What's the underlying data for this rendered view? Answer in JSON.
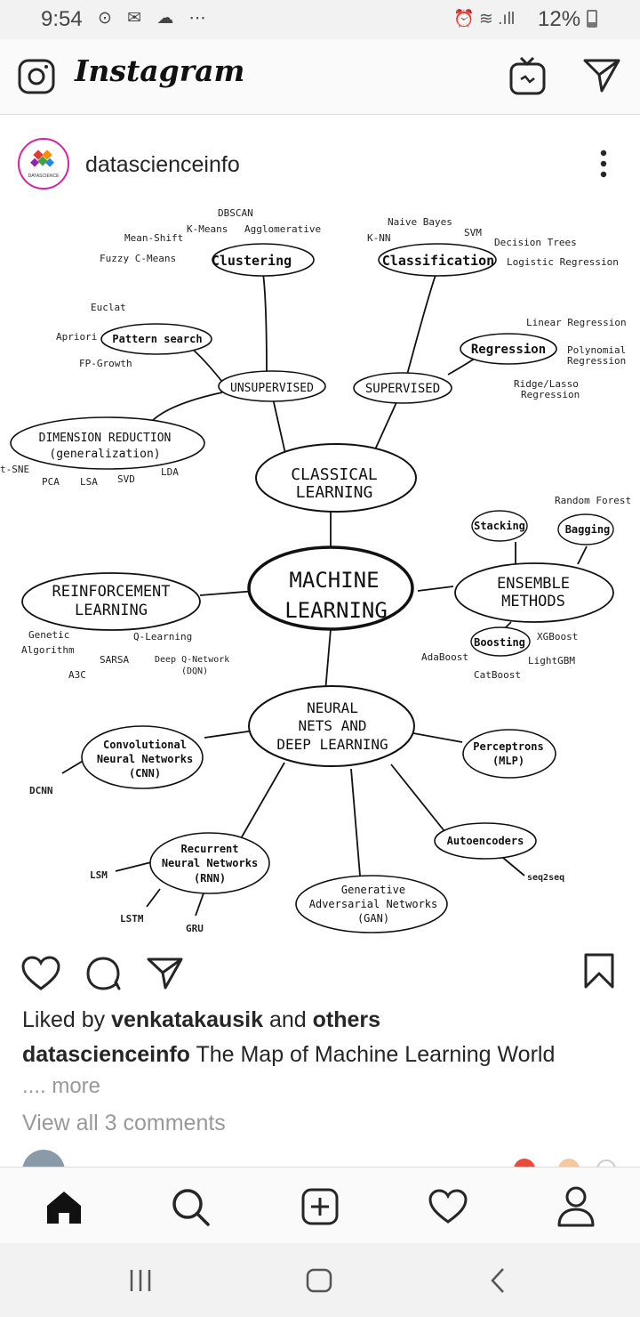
{
  "status_bar": {
    "time": "9:54",
    "left_icons": "⊙ ✉ ☁ ⋯",
    "battery": "12%"
  },
  "header": {
    "app_name": "Instagram"
  },
  "post": {
    "username": "datascienceinfo",
    "avatar_text": "DATASCIENCE",
    "liked_prefix": "Liked by ",
    "liked_user": "venkatakausik",
    "liked_and": " and ",
    "liked_others": "others",
    "caption_user": "datascienceinfo",
    "caption_text": " The Map of Machine Learning World",
    "more_label": ".... more",
    "comments_label": "View all 3 comments"
  },
  "mindmap": {
    "center": [
      "MACHINE",
      "LEARNING"
    ],
    "classical": [
      "CLASSICAL",
      "LEARNING"
    ],
    "unsupervised": "UNSUPERVISED",
    "supervised": "SUPERVISED",
    "clustering": "Clustering",
    "classification": "Classification",
    "pattern_search": "Pattern search",
    "regression": "Regression",
    "dim_reduction": [
      "DIMENSION REDUCTION",
      "(generalization)"
    ],
    "reinforcement": [
      "REINFORCEMENT",
      "LEARNING"
    ],
    "ensemble": [
      "ENSEMBLE",
      "METHODS"
    ],
    "stacking": "Stacking",
    "bagging": "Bagging",
    "boosting": "Boosting",
    "neural": [
      "NEURAL",
      "NETS AND",
      "DEEP LEARNING"
    ],
    "cnn": [
      "Convolutional",
      "Neural Networks",
      "(CNN)"
    ],
    "rnn": [
      "Recurrent",
      "Neural Networks",
      "(RNN)"
    ],
    "gan": [
      "Generative",
      "Adversarial Networks",
      "(GAN)"
    ],
    "perceptrons": [
      "Perceptrons",
      "(MLP)"
    ],
    "autoencoders": "Autoencoders",
    "clustering_leaves": [
      "DBSCAN",
      "K-Means",
      "Agglomerative",
      "Mean-Shift",
      "Fuzzy C-Means"
    ],
    "classification_leaves": [
      "Naive Bayes",
      "K-NN",
      "SVM",
      "Decision Trees",
      "Logistic Regression"
    ],
    "pattern_leaves": [
      "Euclat",
      "Apriori",
      "FP-Growth"
    ],
    "regression_leaves": [
      "Linear Regression",
      "Polynomial",
      "Regression",
      "Ridge/Lasso",
      "Regression"
    ],
    "dim_leaves": [
      "t-SNE",
      "PCA",
      "LSA",
      "SVD",
      "LDA"
    ],
    "rl_leaves": [
      "Genetic",
      "Algorithm",
      "Q-Learning",
      "SARSA",
      "Deep Q-Network",
      "(DQN)",
      "A3C"
    ],
    "ensemble_leaves": [
      "Random Forest",
      "XGBoost",
      "AdaBoost",
      "LightGBM",
      "CatBoost"
    ],
    "nn_leaves": [
      "DCNN",
      "LSM",
      "LSTM",
      "GRU",
      "seq2seq"
    ]
  }
}
